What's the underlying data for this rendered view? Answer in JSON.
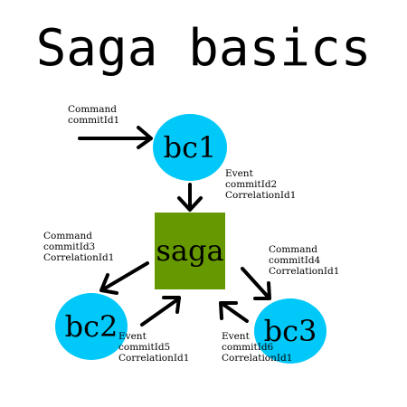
{
  "title": "Saga basics",
  "colors": {
    "bounded_context_fill": "#00c8f8",
    "saga_fill": "#669900",
    "text": "#000000",
    "arrow": "#000000"
  },
  "nodes": {
    "bc1": {
      "label": "bc1"
    },
    "saga": {
      "label": "saga"
    },
    "bc2": {
      "label": "bc2"
    },
    "bc3": {
      "label": "bc3"
    }
  },
  "messages": {
    "to_bc1": [
      "Command",
      "commitId1"
    ],
    "bc1_to_saga": [
      "Event",
      "commitId2",
      "CorrelationId1"
    ],
    "saga_to_bc2": [
      "Command",
      "commitId3",
      "CorrelationId1"
    ],
    "saga_to_bc3": [
      "Command",
      "commitId4",
      "CorrelationId1"
    ],
    "bc2_to_saga": [
      "Event",
      "commitId5",
      "CorrelationId1"
    ],
    "bc3_to_saga": [
      "Event",
      "commitId6",
      "CorrelationId1"
    ]
  }
}
